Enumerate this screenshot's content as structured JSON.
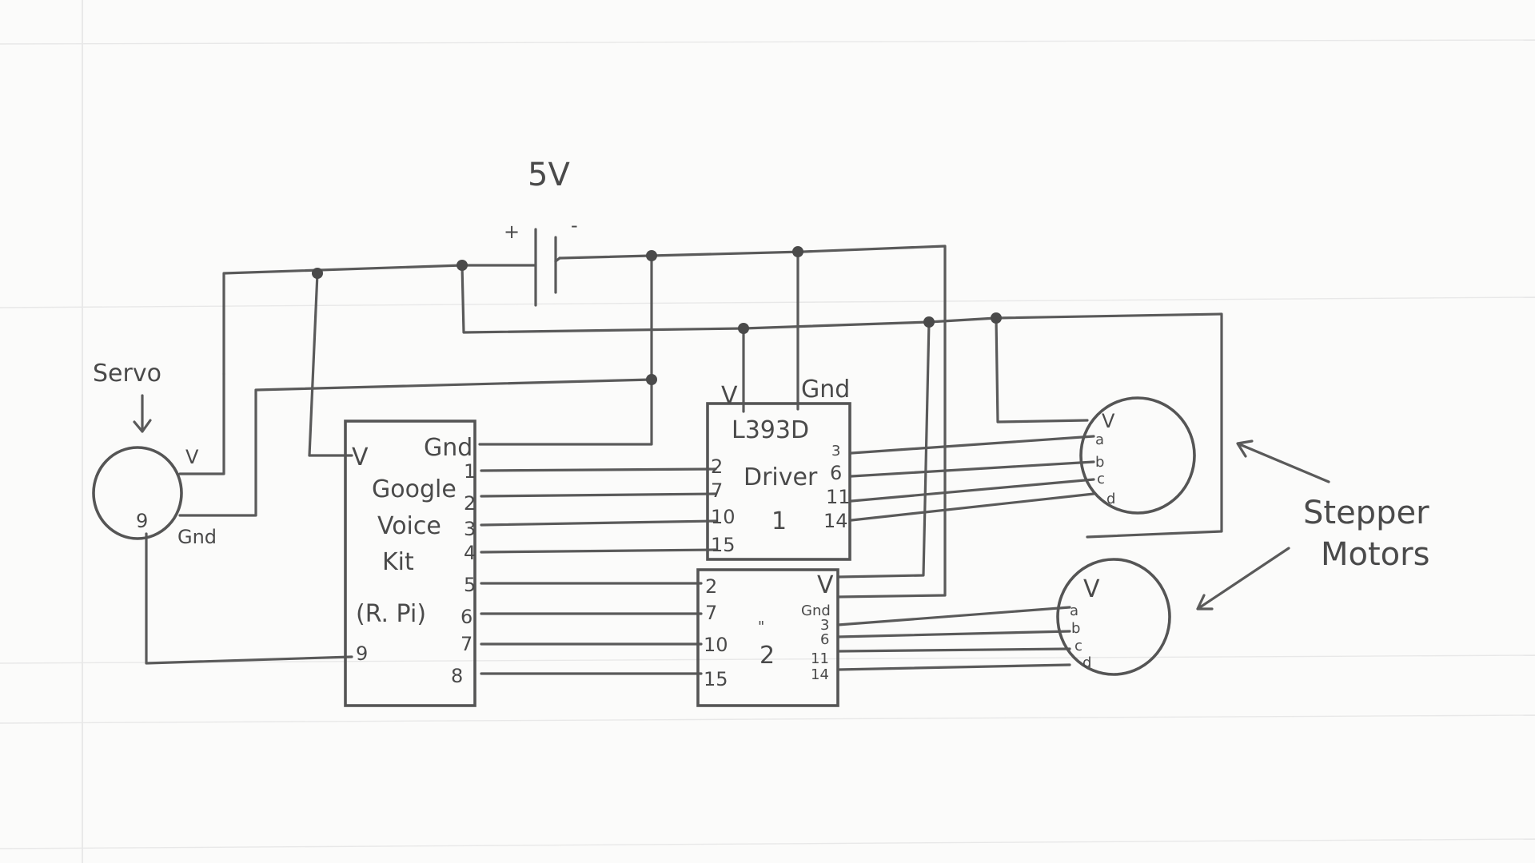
{
  "battery": {
    "voltage": "5V",
    "plus": "+",
    "minus": "-"
  },
  "servo": {
    "title": "Servo",
    "pin_v": "V",
    "pin_gnd": "Gnd",
    "pin_9": "9"
  },
  "rpi": {
    "line1": "Google",
    "line2": "Voice",
    "line3": "Kit",
    "line4": "(R. Pi)",
    "pin_v": "V",
    "pin_gnd": "Gnd",
    "pins": [
      "1",
      "2",
      "3",
      "4",
      "5",
      "6",
      "7",
      "8"
    ],
    "pin_9": "9"
  },
  "driver1": {
    "line1": "L393D",
    "line2": "Driver",
    "number": "1",
    "top_v": "V",
    "top_gnd": "Gnd",
    "left_pins": [
      "2",
      "7",
      "10",
      "15"
    ],
    "right_pins": [
      "3",
      "6",
      "11",
      "14"
    ]
  },
  "driver2": {
    "ditto": "\"",
    "number": "2",
    "left_pins": [
      "2",
      "7",
      "10",
      "15"
    ],
    "pin_v": "V",
    "pin_gnd": "Gnd",
    "right_pins": [
      "3",
      "6",
      "11",
      "14"
    ]
  },
  "motor1": {
    "pin_v": "V",
    "pins": [
      "a",
      "b",
      "c",
      "d"
    ]
  },
  "motor2": {
    "pin_v": "V",
    "pins": [
      "a",
      "b",
      "c",
      "d"
    ]
  },
  "stepper_label": {
    "line1": "Stepper",
    "line2": "Motors"
  },
  "colors": {
    "paper": "#fbfbfa",
    "ink": "#555555"
  }
}
